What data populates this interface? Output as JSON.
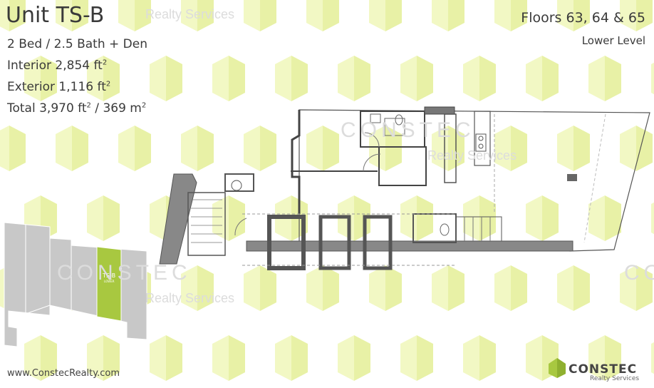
{
  "unit": {
    "title": "Unit TS-B"
  },
  "specs": {
    "beds_baths": "2 Bed / 2.5 Bath + Den",
    "interior_label": "Interior 2,854 ft",
    "exterior_label": "Exterior 1,116 ft",
    "total_label": "Total 3,970 ft",
    "total_metric": " / 369 m",
    "sup": "2"
  },
  "floors": {
    "label": "Floors 63, 64 & 65",
    "level": "Lower Level"
  },
  "watermarks": {
    "company": "CONSTEC",
    "realty": "Realty Services"
  },
  "keyplan": {
    "unit_label": "TS-B",
    "unit_sublabel": "LOWER"
  },
  "footer": {
    "website": "www.ConstecRealty.com",
    "logo_name": "CONSTEC",
    "logo_sub": "Realty Services"
  },
  "colors": {
    "accent": "#eef5b5",
    "highlight": "#a8c840",
    "wall": "#6e6e6e",
    "keyplan": "#c8c8c8"
  }
}
